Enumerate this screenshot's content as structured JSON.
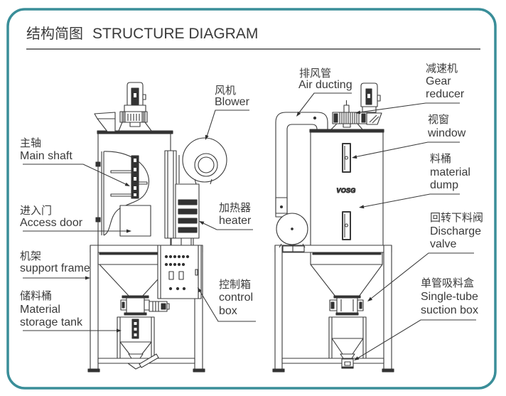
{
  "header": {
    "title_cn": "结构简图",
    "title_en": "STRUCTURE DIAGRAM"
  },
  "left_diagram": {
    "labels": {
      "main_shaft": {
        "cn": "主轴",
        "en": [
          "Main shaft"
        ]
      },
      "access_door": {
        "cn": "进入门",
        "en": [
          "Access door"
        ]
      },
      "support_frame": {
        "cn": "机架",
        "en": [
          "support frame"
        ]
      },
      "storage_tank": {
        "cn": "储料桶",
        "en": [
          "Material",
          "storage tank"
        ]
      },
      "blower": {
        "cn": "风机",
        "en": [
          "Blower"
        ]
      },
      "heater": {
        "cn": "加热器",
        "en": [
          "heater"
        ]
      },
      "control_box": {
        "cn": "控制箱",
        "en": [
          "control",
          "box"
        ]
      }
    }
  },
  "right_diagram": {
    "brand_logo": "VOSG",
    "labels": {
      "air_ducting": {
        "cn": "排风管",
        "en": [
          "Air ducting"
        ]
      },
      "gear_reducer": {
        "cn": "减速机",
        "en": [
          "Gear",
          "reducer"
        ]
      },
      "window": {
        "cn": "视窗",
        "en": [
          "window"
        ]
      },
      "material_dump": {
        "cn": "料桶",
        "en": [
          "material",
          "dump"
        ]
      },
      "discharge_valve": {
        "cn": "回转下料阀",
        "en": [
          "Discharge",
          "valve"
        ]
      },
      "suction_box": {
        "cn": "单管吸料盒",
        "en": [
          "Single-tube",
          "suction box"
        ]
      }
    }
  },
  "colors": {
    "frame_border": "#3a8e99",
    "ink": "#3a3a3a",
    "background": "#ffffff"
  }
}
